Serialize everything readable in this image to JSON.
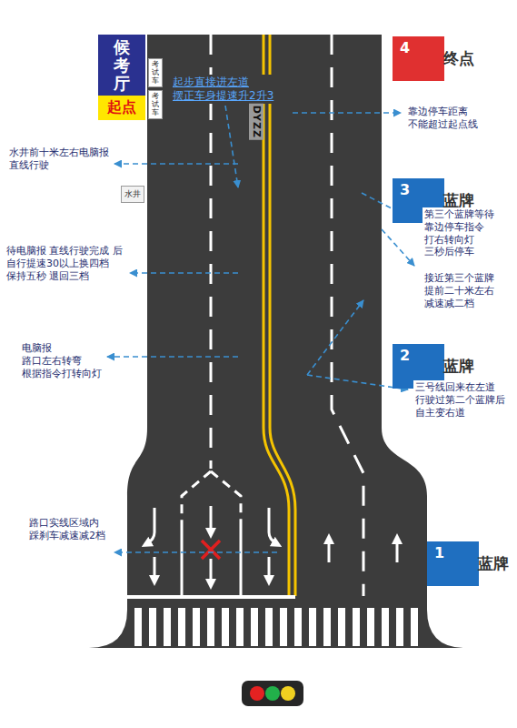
{
  "diagram": {
    "nodes": [
      {
        "text": [
          "候考厅"
        ]
      },
      {
        "text": [
          "起点"
        ]
      },
      {
        "text": [
          "考试车"
        ]
      },
      {
        "text": [
          "考试车"
        ]
      },
      {
        "text": [
          "4",
          "终点"
        ]
      },
      {
        "text": [
          "水井"
        ]
      },
      {
        "text": [
          "3",
          "蓝牌"
        ]
      },
      {
        "text": [
          "2",
          "蓝牌"
        ]
      },
      {
        "text": [
          "1",
          "蓝牌"
        ]
      }
    ],
    "labels": [
      "起步直接进左道 摆正车身提速升2升3",
      "靠边停车距离 不能超过起点线",
      "水井前十米左右电脑报 直线行驶",
      "DYZZ",
      "第三个蓝牌等待 靠边停车指令 打右转向灯 三秒后停车",
      "接近第三个蓝牌 提前二十米左右 减速减二档",
      "待电脑报 直线行驶完成 后 自行提速30以上换四档 保持五秒 退回三档",
      "电脑报 路口左右转弯 根据指令打转向灯",
      "三号线回来在左道 行驶过第二个蓝牌后 自主变右道",
      "路口实线区域内 踩刹车减速减2档"
    ]
  }
}
